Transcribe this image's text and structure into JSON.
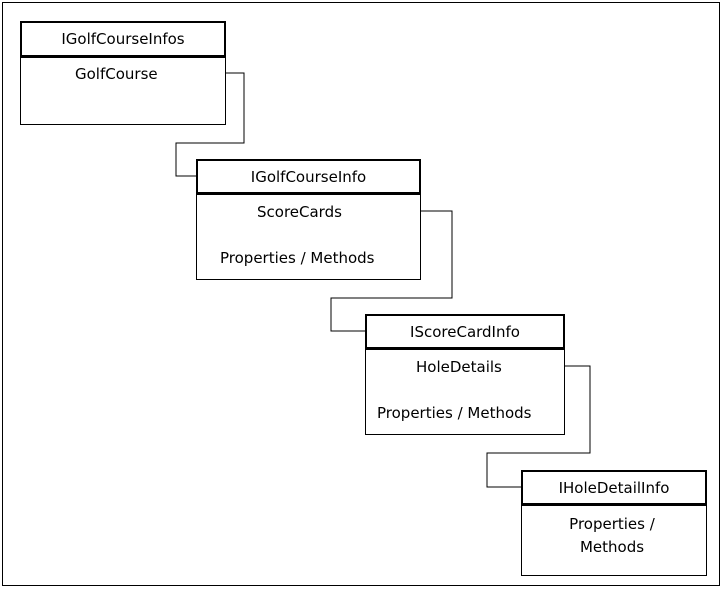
{
  "diagram": {
    "boxes": [
      {
        "id": "igolfcourseinfos",
        "title": "IGolfCourseInfos",
        "members": [
          "GolfCourse"
        ]
      },
      {
        "id": "igolfcourseinfo",
        "title": "IGolfCourseInfo",
        "members": [
          "ScoreCards",
          "Properties / Methods"
        ]
      },
      {
        "id": "iscorecardinfo",
        "title": "IScoreCardInfo",
        "members": [
          "HoleDetails",
          "Properties / Methods"
        ]
      },
      {
        "id": "iholedetailinfo",
        "title": "IHoleDetailInfo",
        "members": [
          "Properties / Methods"
        ]
      }
    ],
    "connections": [
      {
        "from": "GolfCourse",
        "to": "IGolfCourseInfo"
      },
      {
        "from": "ScoreCards",
        "to": "IScoreCardInfo"
      },
      {
        "from": "HoleDetails",
        "to": "IHoleDetailInfo"
      }
    ],
    "colors": {
      "line": "#000000",
      "background": "#ffffff"
    }
  }
}
